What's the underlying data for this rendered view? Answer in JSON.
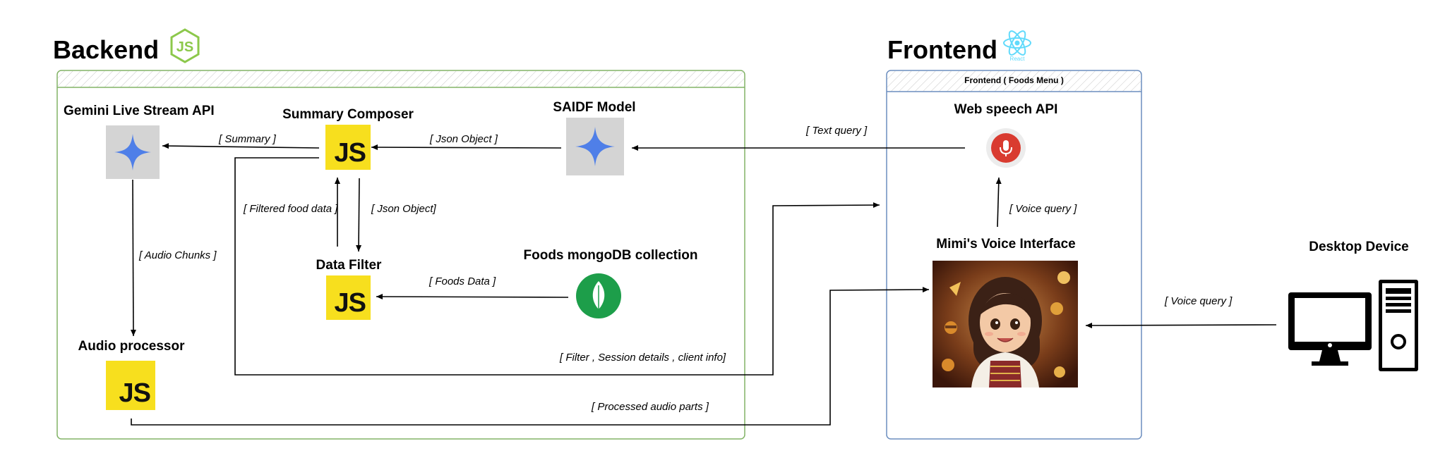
{
  "backend": {
    "title": "Backend",
    "logo": "nodejs-icon"
  },
  "frontend": {
    "title": "Frontend",
    "logo": "react-icon",
    "container_title": "Frontend ( Foods Menu )"
  },
  "nodes": {
    "gemini": {
      "label": "Gemini Live Stream API",
      "icon": "gemini-icon"
    },
    "summary_composer": {
      "label": "Summary Composer",
      "icon": "js-icon",
      "icon_text": "JS"
    },
    "saidf": {
      "label": "SAIDF Model",
      "icon": "gemini-icon"
    },
    "data_filter": {
      "label": "Data Filter",
      "icon": "js-icon",
      "icon_text": "JS"
    },
    "mongodb": {
      "label": "Foods mongoDB collection",
      "icon": "mongodb-leaf-icon"
    },
    "audio_processor": {
      "label": "Audio processor",
      "icon": "js-icon",
      "icon_text": "JS"
    },
    "web_speech": {
      "label": "Web speech API",
      "icon": "microphone-icon"
    },
    "voice_interface": {
      "label": "Mimi's Voice Interface",
      "icon": "mimi-avatar"
    },
    "desktop": {
      "label": "Desktop Device",
      "icon": "desktop-computer-icon"
    }
  },
  "edges": {
    "summary": "[ Summary ]",
    "json_object_1": "[ Json Object ]",
    "text_query": "[ Text query ]",
    "filtered_food_data": "[ Filtered food data ]",
    "json_object_2": "[ Json Object]",
    "audio_chunks": "[ Audio Chunks ]",
    "foods_data": "[ Foods Data ]",
    "voice_query_1": "[ Voice query ]",
    "voice_query_2": "[ Voice query ]",
    "filter_session": "[ Filter , Session details , client info]",
    "processed_audio": "[ Processed audio parts ]"
  },
  "colors": {
    "backend_border": "#82b366",
    "frontend_border": "#6c8ebf",
    "js_yellow": "#f7df1e",
    "gemini_gray": "#d4d4d4",
    "mic_red": "#d93b30",
    "mongo_green": "#1d9e4a"
  }
}
